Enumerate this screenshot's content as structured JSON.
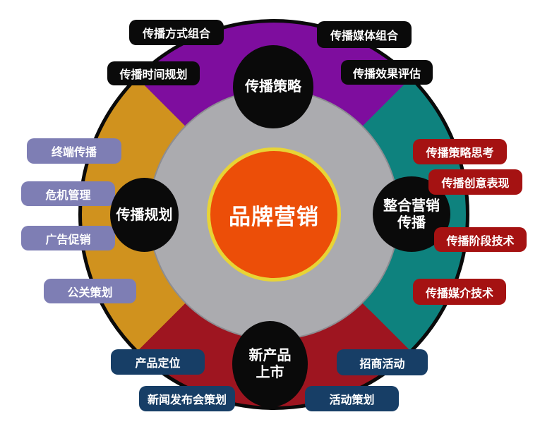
{
  "center": {
    "label": "品牌营销",
    "bg_color": "#EC4E08",
    "ring_color": "#E8D435",
    "text_color": "#FFFFFF"
  },
  "hubs": [
    {
      "id": "top",
      "label_lines": [
        "传播策略"
      ],
      "sector_color": "#7E0D9E"
    },
    {
      "id": "right",
      "label_lines": [
        "整合营销",
        "传播"
      ],
      "sector_color": "#0E827E"
    },
    {
      "id": "bottom",
      "label_lines": [
        "新产品",
        "上市"
      ],
      "sector_color": "#9E1520"
    },
    {
      "id": "left",
      "label_lines": [
        "传播规划"
      ],
      "sector_color": "#D0921E"
    }
  ],
  "boxes": {
    "top": {
      "color": "#0A0A0A",
      "items": [
        "传播方式组合",
        "传播媒体组合",
        "传播时间规划",
        "传播效果评估"
      ]
    },
    "left": {
      "color": "#7E7EB4",
      "items": [
        "终端传播",
        "危机管理",
        "广告促销",
        "公关策划"
      ]
    },
    "right": {
      "color": "#A51212",
      "items": [
        "传播策略思考",
        "传播创意表现",
        "传播阶段技术",
        "传播媒介技术"
      ]
    },
    "bottom": {
      "color": "#173E66",
      "items": [
        "产品定位",
        "新闻发布会策划",
        "招商活动",
        "活动策划"
      ]
    }
  },
  "other_colors": {
    "inner_disc": "#ABABAF",
    "disc_border": "#8D8D92",
    "outer_outline": "#0A0A0A",
    "background": "#FFFFFF"
  }
}
